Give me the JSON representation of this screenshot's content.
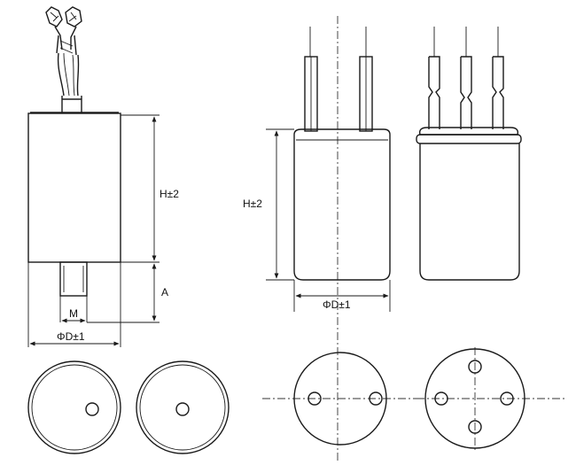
{
  "left_drawing": {
    "height_label": "H±2",
    "a_label": "A",
    "m_label": "M",
    "diameter_label": "ΦD±1"
  },
  "right_drawing": {
    "height_label": "H±2",
    "diameter_label": "ΦD±1"
  },
  "colors": {
    "line": "#1a1a1a",
    "background": "#ffffff"
  }
}
